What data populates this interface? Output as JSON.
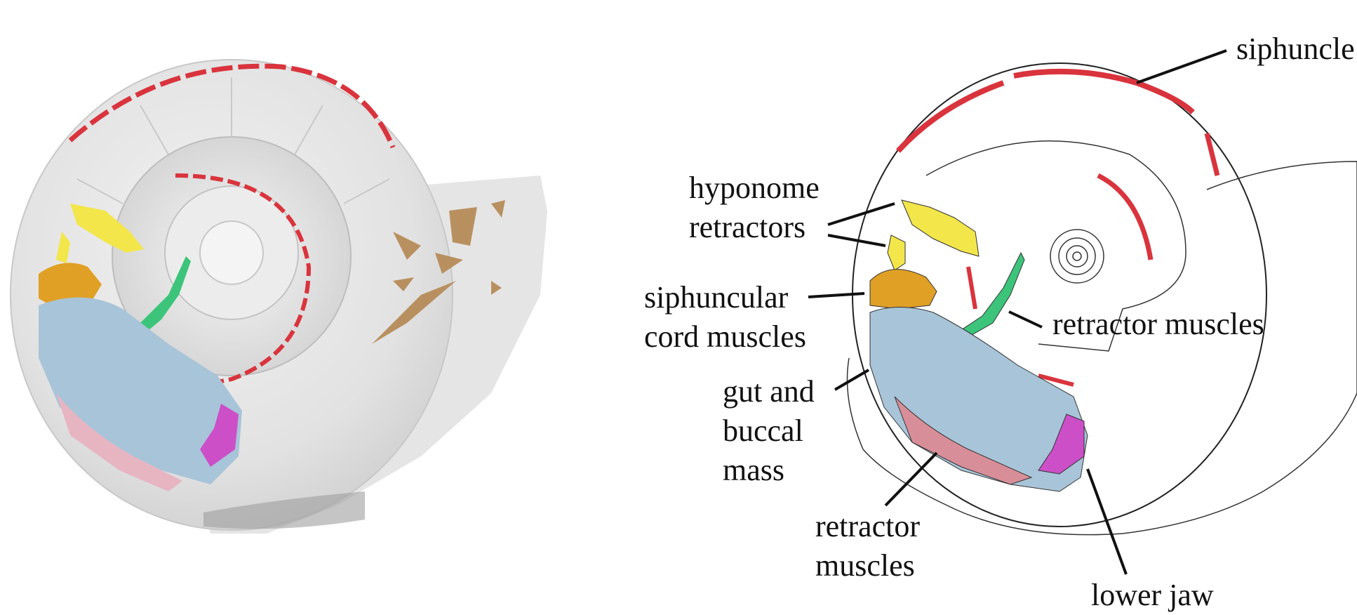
{
  "labels": {
    "siphuncle": "siphuncle",
    "hyponome_line1": "hyponome",
    "hyponome_line2": "retractors",
    "siph_cord_line1": "siphuncular",
    "siph_cord_line2": "cord muscles",
    "retractor_right": "retractor muscles",
    "gut_line1": "gut and",
    "gut_line2": "buccal",
    "gut_line3": "mass",
    "retractor_bottom_line1": "retractor",
    "retractor_bottom_line2": "muscles",
    "lower_jaw": "lower jaw"
  },
  "colors": {
    "siphuncle": "#d9343d",
    "hyponome_retractors": "#f2e64a",
    "siphuncular_cord_muscles": "#e0a025",
    "retractor_muscles_green": "#3cc47a",
    "gut_and_buccal_mass": "#a8c4d8",
    "retractor_muscles_pink": "#d88e98",
    "lower_jaw": "#cc4fc8",
    "shell_grey": "#dcdcdc",
    "fragments_tan": "#b89060"
  },
  "icons": [
    "ammonite-3d-render",
    "ammonite-line-drawing"
  ]
}
